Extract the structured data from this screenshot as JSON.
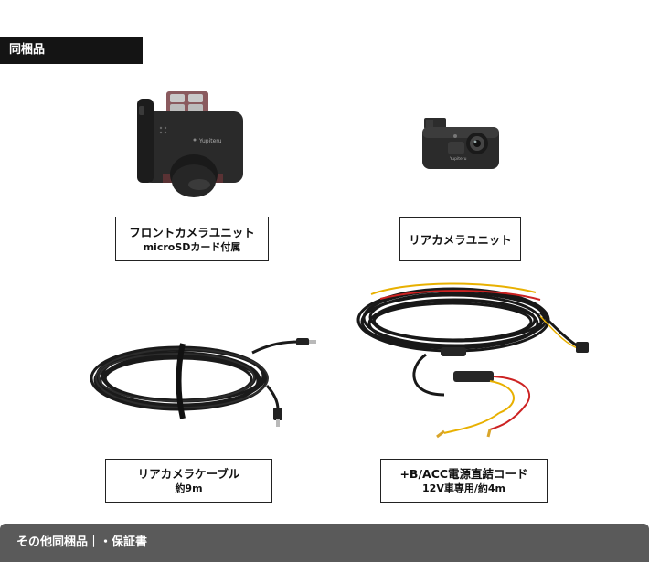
{
  "section_title": "同梱品",
  "items": [
    {
      "name": "フロントカメラユニット",
      "sub": "microSDカード付属"
    },
    {
      "name": "リアカメラユニット",
      "sub": ""
    },
    {
      "name": "リアカメラケーブル",
      "sub": "約9m"
    },
    {
      "name": "+B/ACC電源直結コード",
      "sub": "12V車専用/約4m"
    }
  ],
  "footer": {
    "text": "その他同梱品｜・保証書"
  },
  "icons": [
    "front-camera-photo",
    "rear-camera-photo",
    "cable-coil-photo",
    "power-cord-photo"
  ],
  "colors": {
    "header_bg": "#141414",
    "footer_bg": "#5a5a5a",
    "label_border": "#222222"
  }
}
